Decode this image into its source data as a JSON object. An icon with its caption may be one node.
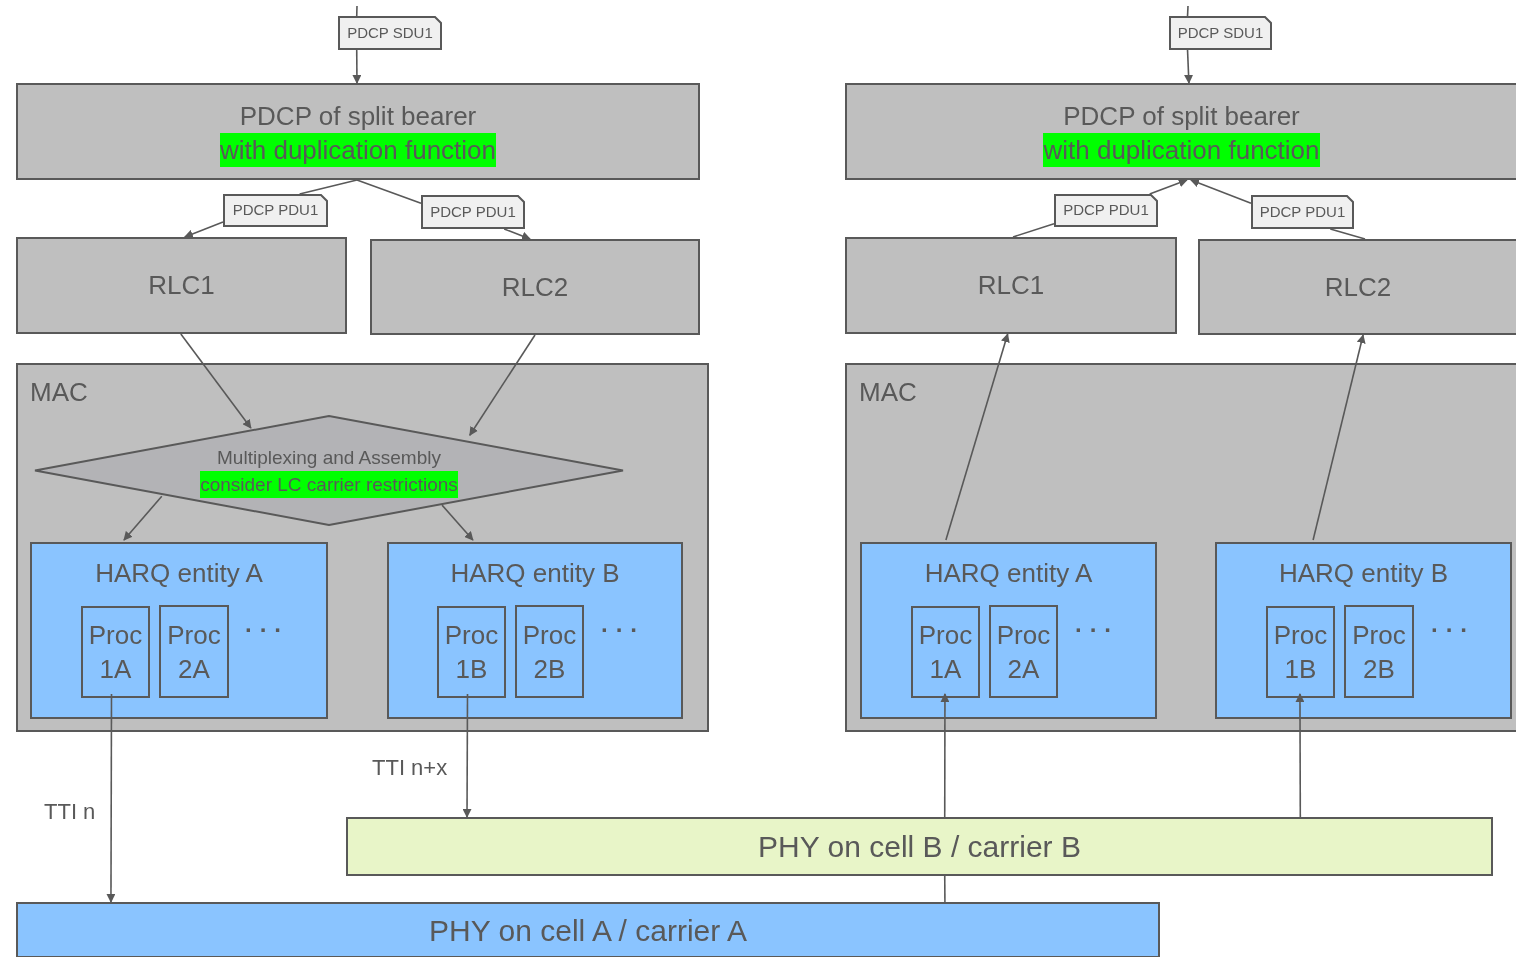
{
  "diagram": {
    "nodes": [
      {
        "text": [
          "PDCP SDU1"
        ]
      },
      {
        "text": [
          "PDCP of split bearer",
          "with duplication function"
        ]
      },
      {
        "text": [
          "PDCP PDU1"
        ]
      },
      {
        "text": [
          "PDCP PDU1"
        ]
      },
      {
        "text": [
          "RLC1"
        ]
      },
      {
        "text": [
          "RLC2"
        ]
      },
      {
        "text": [
          "MAC"
        ]
      },
      {
        "text": [
          "Multiplexing and Assembly",
          "consider LC carrier restrictions"
        ],
        "in": 6
      },
      {
        "text": [
          "HARQ entity A"
        ],
        "in": 6
      },
      {
        "text": [
          "Proc 1A"
        ],
        "in": 8
      },
      {
        "text": [
          "Proc 2A"
        ],
        "in": 8
      },
      {
        "text": [
          "HARQ entity B"
        ],
        "in": 6
      },
      {
        "text": [
          "Proc 1B"
        ],
        "in": 11
      },
      {
        "text": [
          "Proc 2B"
        ],
        "in": 11
      },
      {
        "text": [
          "PDCP SDU1"
        ]
      },
      {
        "text": [
          "PDCP of split bearer",
          "with duplication function"
        ]
      },
      {
        "text": [
          "PDCP PDU1"
        ]
      },
      {
        "text": [
          "PDCP PDU1"
        ]
      },
      {
        "text": [
          "RLC1"
        ]
      },
      {
        "text": [
          "RLC2"
        ]
      },
      {
        "text": [
          "MAC"
        ]
      },
      {
        "text": [
          "HARQ entity A"
        ],
        "in": 20
      },
      {
        "text": [
          "Proc 1A"
        ],
        "in": 21
      },
      {
        "text": [
          "Proc 2A"
        ],
        "in": 21
      },
      {
        "text": [
          "HARQ entity B"
        ],
        "in": 20
      },
      {
        "text": [
          "Proc 1B"
        ],
        "in": 24
      },
      {
        "text": [
          "Proc 2B"
        ],
        "in": 24
      },
      {
        "text": [
          "PHY on cell B / carrier B"
        ]
      },
      {
        "text": [
          "PHY on cell A / carrier A"
        ]
      }
    ],
    "edges": [
      {
        "from": null,
        "to": 0,
        "arrow": "none"
      },
      {
        "from": 0,
        "to": 1,
        "arrow": "to"
      },
      {
        "from": 1,
        "to": 2,
        "arrow": "none"
      },
      {
        "from": 2,
        "to": 4,
        "arrow": "to"
      },
      {
        "from": 1,
        "to": 3,
        "arrow": "none"
      },
      {
        "from": 3,
        "to": 5,
        "arrow": "to"
      },
      {
        "from": 4,
        "to": 7,
        "arrow": "to"
      },
      {
        "from": 5,
        "to": 7,
        "arrow": "to"
      },
      {
        "from": 7,
        "to": 8,
        "arrow": "to"
      },
      {
        "from": 7,
        "to": 11,
        "arrow": "to"
      },
      {
        "from": 9,
        "to": 28,
        "arrow": "to",
        "label": "TTI n"
      },
      {
        "from": 12,
        "to": 27,
        "arrow": "to",
        "label": "TTI n+x"
      },
      {
        "from": null,
        "to": 14,
        "arrow": "none"
      },
      {
        "from": 14,
        "to": 15,
        "arrow": "to"
      },
      {
        "from": 16,
        "to": 15,
        "arrow": "to"
      },
      {
        "from": 18,
        "to": 16,
        "arrow": "none"
      },
      {
        "from": 17,
        "to": 15,
        "arrow": "to"
      },
      {
        "from": 19,
        "to": 17,
        "arrow": "none"
      },
      {
        "from": 21,
        "to": 18,
        "arrow": "to"
      },
      {
        "from": 24,
        "to": 19,
        "arrow": "to"
      },
      {
        "from": 27,
        "to": 22,
        "arrow": "to"
      },
      {
        "from": 27,
        "to": 25,
        "arrow": "to"
      },
      {
        "from": 28,
        "to": 27,
        "arrow": "none"
      }
    ],
    "labels": [
      "· · ·",
      "· · ·",
      "· · ·",
      "· · ·"
    ]
  }
}
